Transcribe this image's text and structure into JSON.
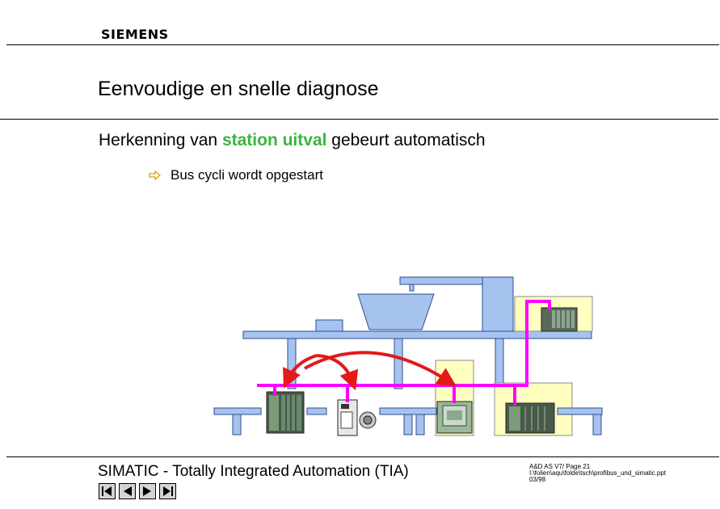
{
  "header": {
    "logo_text": "SIEMENS",
    "title": "Eenvoudige en snelle diagnose"
  },
  "content": {
    "heading_prefix": "Herkenning van ",
    "heading_highlight": "station uitval",
    "heading_suffix": " gebeurt automatisch",
    "bullet_icon": "arrow-right-icon",
    "bullet_text": "Bus cycli wordt opgestart"
  },
  "colors": {
    "highlight": "#3cb43c",
    "bus": "#ff00ff",
    "arrow": "#e21a1a",
    "machine": "#a6c3f0",
    "panel": "#ffffc0"
  },
  "footer": {
    "title": "SIMATIC - Totally Integrated Automation (TIA)",
    "info_line1": "A&D AS V7/ Page 21",
    "info_line2": "I:\\folien\\aqu\\folde\\tsch\\profibus_und_simatic.ppt",
    "info_line3": "03/98",
    "nav": [
      "first-slide-button",
      "previous-slide-button",
      "next-slide-button",
      "last-slide-button"
    ]
  }
}
